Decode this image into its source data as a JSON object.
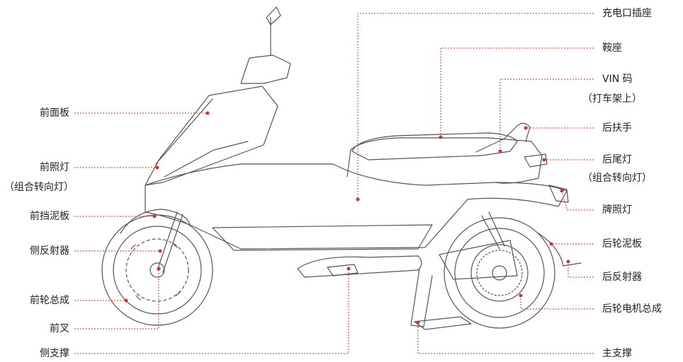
{
  "labels": {
    "front_panel": "前面板",
    "front_light": "前照灯",
    "front_light_sub": "（组合转向灯）",
    "front_fender": "前挡泥板",
    "side_reflector": "侧反射器",
    "front_wheel": "前轮总成",
    "front_fork": "前叉",
    "side_stand": "侧支撑",
    "charging_port": "充电口插座",
    "saddle": "鞍座",
    "vin": "VIN 码",
    "vin_sub": "（打车架上）",
    "rear_handle": "后扶手",
    "tail_light": "后尾灯",
    "tail_light_sub": "（组合转向灯）",
    "plate_light": "牌照灯",
    "rear_fender": "后轮泥板",
    "rear_reflector": "后反射器",
    "rear_motor": "后轮电机总成",
    "main_stand": "主支撑"
  },
  "colors": {
    "leader": "#d0332e",
    "line": "#555555",
    "text": "#222222"
  }
}
